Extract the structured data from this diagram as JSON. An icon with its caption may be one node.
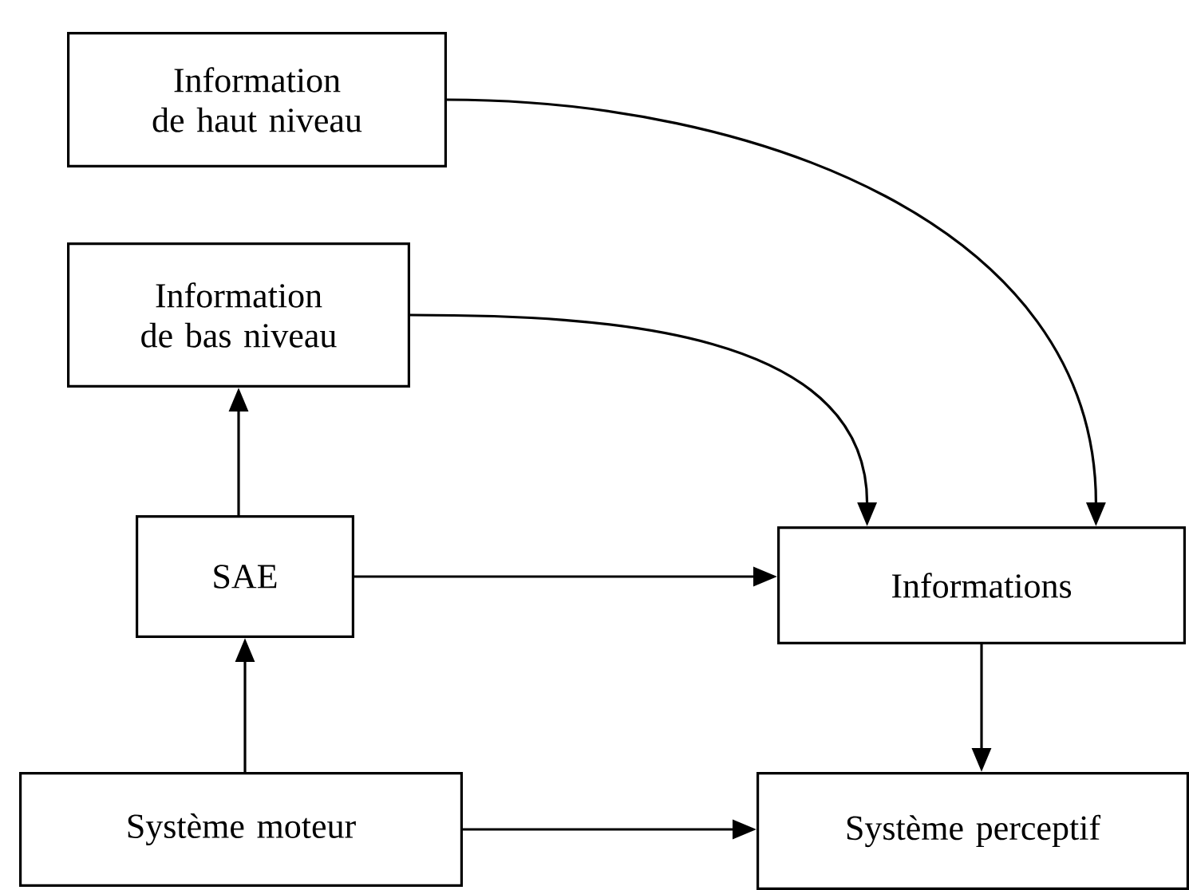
{
  "diagram": {
    "nodes": [
      {
        "text": [
          "Information de haut niveau"
        ]
      },
      {
        "text": [
          "Information de bas niveau"
        ]
      },
      {
        "text": [
          "SAE"
        ]
      },
      {
        "text": [
          "Informations"
        ]
      },
      {
        "text": [
          "Système moteur"
        ]
      },
      {
        "text": [
          "Système perceptif"
        ]
      }
    ],
    "edges": [
      {
        "from": 0,
        "to": 3,
        "arrow": "to"
      },
      {
        "from": 1,
        "to": 3,
        "arrow": "to"
      },
      {
        "from": 2,
        "to": 1,
        "arrow": "to"
      },
      {
        "from": 2,
        "to": 3,
        "arrow": "to"
      },
      {
        "from": 4,
        "to": 2,
        "arrow": "to"
      },
      {
        "from": 3,
        "to": 5,
        "arrow": "to"
      },
      {
        "from": 4,
        "to": 5,
        "arrow": "to"
      }
    ]
  }
}
